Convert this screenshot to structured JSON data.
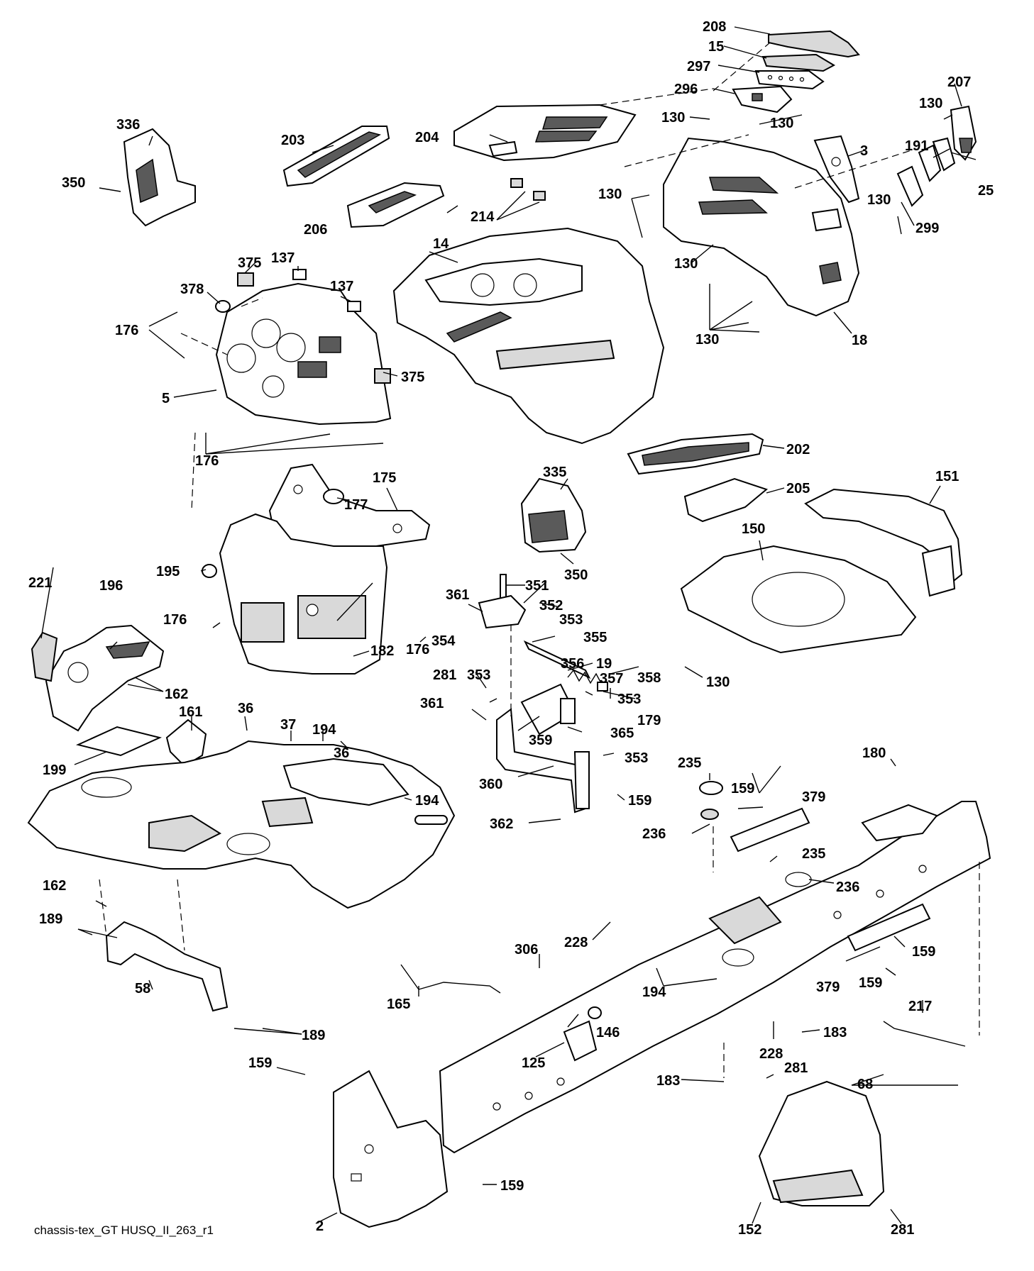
{
  "diagram": {
    "reference_code": "chassis-tex_GT HUSQ_II_263_r1",
    "callouts": [
      {
        "id": "c208",
        "label": "208"
      },
      {
        "id": "c15",
        "label": "15"
      },
      {
        "id": "c297",
        "label": "297"
      },
      {
        "id": "c296",
        "label": "296"
      },
      {
        "id": "c130a",
        "label": "130"
      },
      {
        "id": "c130b",
        "label": "130"
      },
      {
        "id": "c207",
        "label": "207"
      },
      {
        "id": "c130c",
        "label": "130"
      },
      {
        "id": "c191",
        "label": "191"
      },
      {
        "id": "c25",
        "label": "25"
      },
      {
        "id": "c3",
        "label": "3"
      },
      {
        "id": "c130d",
        "label": "130"
      },
      {
        "id": "c299",
        "label": "299"
      },
      {
        "id": "c336",
        "label": "336"
      },
      {
        "id": "c203",
        "label": "203"
      },
      {
        "id": "c204",
        "label": "204"
      },
      {
        "id": "c350a",
        "label": "350"
      },
      {
        "id": "c206",
        "label": "206"
      },
      {
        "id": "c214",
        "label": "214"
      },
      {
        "id": "c130e",
        "label": "130"
      },
      {
        "id": "c14",
        "label": "14"
      },
      {
        "id": "c130f",
        "label": "130"
      },
      {
        "id": "c375a",
        "label": "375"
      },
      {
        "id": "c137a",
        "label": "137"
      },
      {
        "id": "c137b",
        "label": "137"
      },
      {
        "id": "c378",
        "label": "378"
      },
      {
        "id": "c176a",
        "label": "176"
      },
      {
        "id": "c130g",
        "label": "130"
      },
      {
        "id": "c18",
        "label": "18"
      },
      {
        "id": "c375b",
        "label": "375"
      },
      {
        "id": "c5",
        "label": "5"
      },
      {
        "id": "c202",
        "label": "202"
      },
      {
        "id": "c176b",
        "label": "176"
      },
      {
        "id": "c175",
        "label": "175"
      },
      {
        "id": "c335",
        "label": "335"
      },
      {
        "id": "c205",
        "label": "205"
      },
      {
        "id": "c151",
        "label": "151"
      },
      {
        "id": "c177",
        "label": "177"
      },
      {
        "id": "c150",
        "label": "150"
      },
      {
        "id": "c350b",
        "label": "350"
      },
      {
        "id": "c195",
        "label": "195"
      },
      {
        "id": "c351",
        "label": "351"
      },
      {
        "id": "c361a",
        "label": "361"
      },
      {
        "id": "c352",
        "label": "352"
      },
      {
        "id": "c353a",
        "label": "353"
      },
      {
        "id": "c176c",
        "label": "176"
      },
      {
        "id": "c176d",
        "label": "176"
      },
      {
        "id": "c354",
        "label": "354"
      },
      {
        "id": "c355",
        "label": "355"
      },
      {
        "id": "c221",
        "label": "221"
      },
      {
        "id": "c196",
        "label": "196"
      },
      {
        "id": "c182",
        "label": "182"
      },
      {
        "id": "c356",
        "label": "356"
      },
      {
        "id": "c19",
        "label": "19"
      },
      {
        "id": "c130h",
        "label": "130"
      },
      {
        "id": "c281a",
        "label": "281"
      },
      {
        "id": "c353b",
        "label": "353"
      },
      {
        "id": "c357",
        "label": "357"
      },
      {
        "id": "c358",
        "label": "358"
      },
      {
        "id": "c162a",
        "label": "162"
      },
      {
        "id": "c353c",
        "label": "353"
      },
      {
        "id": "c361b",
        "label": "361"
      },
      {
        "id": "c179",
        "label": "179"
      },
      {
        "id": "c36a",
        "label": "36"
      },
      {
        "id": "c161",
        "label": "161"
      },
      {
        "id": "c37",
        "label": "37"
      },
      {
        "id": "c194a",
        "label": "194"
      },
      {
        "id": "c359",
        "label": "359"
      },
      {
        "id": "c365",
        "label": "365"
      },
      {
        "id": "c36b",
        "label": "36"
      },
      {
        "id": "c199",
        "label": "199"
      },
      {
        "id": "c353d",
        "label": "353"
      },
      {
        "id": "c235a",
        "label": "235"
      },
      {
        "id": "c180",
        "label": "180"
      },
      {
        "id": "c360",
        "label": "360"
      },
      {
        "id": "c159a",
        "label": "159"
      },
      {
        "id": "c379a",
        "label": "379"
      },
      {
        "id": "c194b",
        "label": "194"
      },
      {
        "id": "c159b",
        "label": "159"
      },
      {
        "id": "c362",
        "label": "362"
      },
      {
        "id": "c236a",
        "label": "236"
      },
      {
        "id": "c235b",
        "label": "235"
      },
      {
        "id": "c162b",
        "label": "162"
      },
      {
        "id": "c236b",
        "label": "236"
      },
      {
        "id": "c189a",
        "label": "189"
      },
      {
        "id": "c228a",
        "label": "228"
      },
      {
        "id": "c306",
        "label": "306"
      },
      {
        "id": "c159c",
        "label": "159"
      },
      {
        "id": "c194c",
        "label": "194"
      },
      {
        "id": "c379b",
        "label": "379"
      },
      {
        "id": "c159d",
        "label": "159"
      },
      {
        "id": "c58",
        "label": "58"
      },
      {
        "id": "c165",
        "label": "165"
      },
      {
        "id": "c217",
        "label": "217"
      },
      {
        "id": "c146",
        "label": "146"
      },
      {
        "id": "c189b",
        "label": "189"
      },
      {
        "id": "c183a",
        "label": "183"
      },
      {
        "id": "c228b",
        "label": "228"
      },
      {
        "id": "c125",
        "label": "125"
      },
      {
        "id": "c159e",
        "label": "159"
      },
      {
        "id": "c281b",
        "label": "281"
      },
      {
        "id": "c68",
        "label": "68"
      },
      {
        "id": "c183b",
        "label": "183"
      },
      {
        "id": "c159f",
        "label": "159"
      },
      {
        "id": "c2",
        "label": "2"
      },
      {
        "id": "c152",
        "label": "152"
      },
      {
        "id": "c281c",
        "label": "281"
      }
    ]
  }
}
